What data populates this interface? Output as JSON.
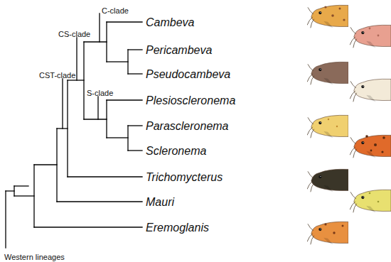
{
  "diagram": {
    "labels": [
      "C-clade",
      "CS-clade",
      "S-clade",
      "CST-clade",
      "Cambeva",
      "Pericambeva",
      "Pseudocambeva",
      "Plesioscleronema",
      "Parascleronema",
      "Scleronema",
      "Trichomycterus",
      "Mauri",
      "Eremoglanis",
      "Western lineages"
    ]
  }
}
